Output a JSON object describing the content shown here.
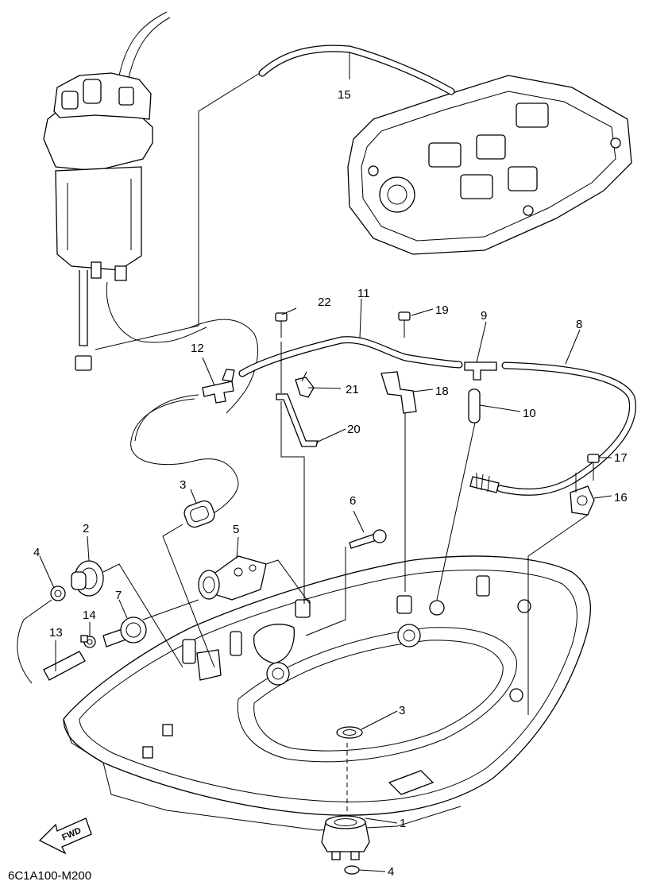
{
  "diagram_code": "6C1A100-M200",
  "fwd_label": "FWD",
  "callouts": {
    "c1": "1",
    "c2": "2",
    "c3a": "3",
    "c3b": "3",
    "c4a": "4",
    "c4b": "4",
    "c5": "5",
    "c6": "6",
    "c7": "7",
    "c8": "8",
    "c9": "9",
    "c10": "10",
    "c11": "11",
    "c12": "12",
    "c13": "13",
    "c14": "14",
    "c15": "15",
    "c16": "16",
    "c17": "17",
    "c18": "18",
    "c19": "19",
    "c20": "20",
    "c21": "21",
    "c22": "22"
  }
}
